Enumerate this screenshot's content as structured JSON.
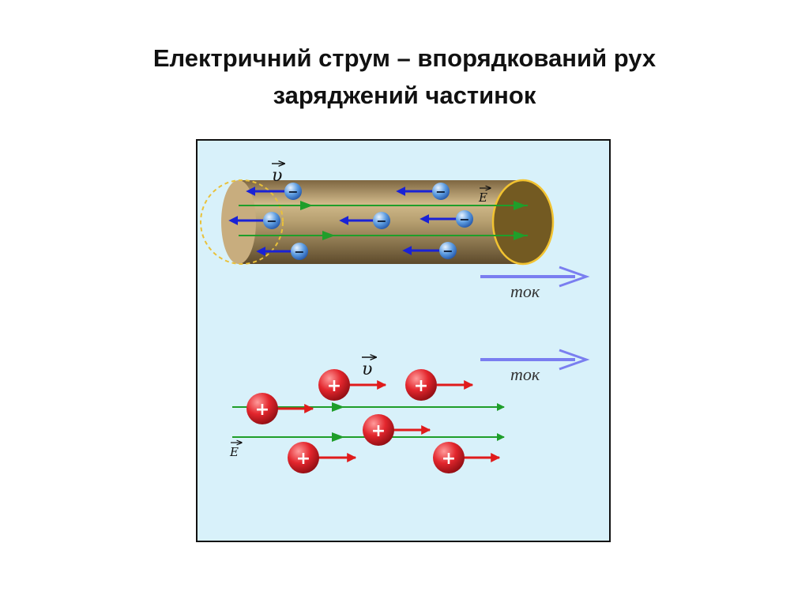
{
  "slide": {
    "title_line1": "Електричний струм – впорядкований рух",
    "title_line2": "заряджений частинок"
  },
  "diagram": {
    "top_panel": {
      "velocity_label": "υ",
      "field_label": "E",
      "current_label": "ток",
      "particle_sign": "−",
      "conductor_color": "#a0865a",
      "electron_color": "#5b9be0",
      "velocity_arrow_color": "#1a22d6",
      "field_line_color": "#1f9e2a",
      "current_arrow_color": "#7a7ef0"
    },
    "bottom_panel": {
      "velocity_label": "υ",
      "field_label": "E",
      "current_label": "ток",
      "particle_sign": "+",
      "proton_color": "#e3262d",
      "velocity_arrow_color": "#e01b1b",
      "field_line_color": "#1f9e2a",
      "current_arrow_color": "#7a7ef0"
    }
  }
}
